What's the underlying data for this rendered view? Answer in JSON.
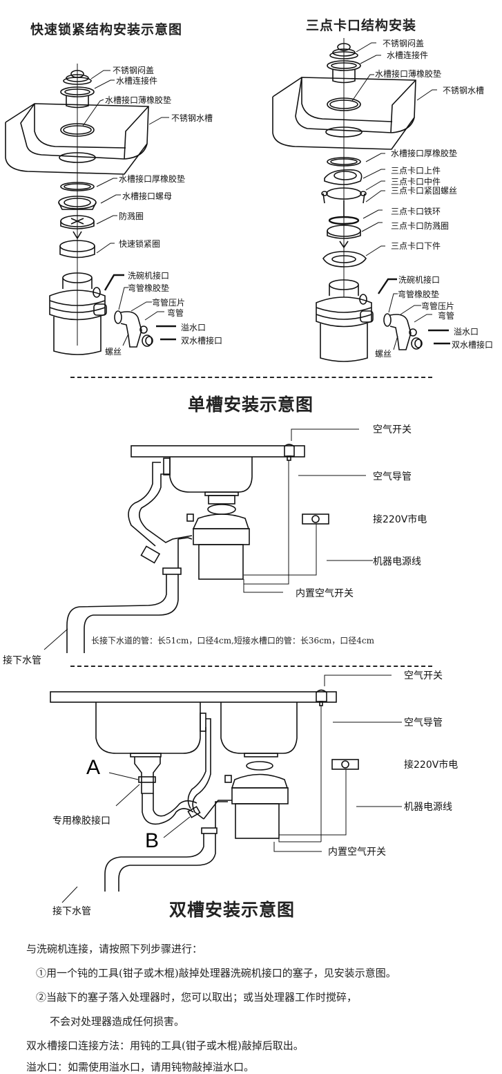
{
  "left_diagram": {
    "title": "快速锁紧结构安装示意图",
    "labels": [
      "不锈钢闷盖",
      "水槽连接件",
      "水槽接口薄橡胶垫",
      "不锈钢水槽",
      "水槽接口厚橡胶垫",
      "水槽接口螺母",
      "防溅圈",
      "快速锁紧圈",
      "洗碗机接口",
      "弯管橡胶垫",
      "弯管压片",
      "弯管",
      "溢水口",
      "双水槽接口",
      "螺丝"
    ]
  },
  "right_diagram": {
    "title": "三点卡口结构安装",
    "labels": [
      "不锈钢闷盖",
      "水槽连接件",
      "水槽接口薄橡胶垫",
      "不锈钢水槽",
      "水槽接口厚橡胶垫",
      "三点卡口上件",
      "三点卡口中件",
      "三点卡口紧固螺丝",
      "三点卡口铁环",
      "三点卡口防溅圈",
      "三点卡口下件",
      "洗碗机接口",
      "弯管橡胶垫",
      "弯管压片",
      "弯管",
      "溢水口",
      "双水槽接口",
      "螺丝"
    ]
  },
  "single_sink": {
    "title": "单槽安装示意图",
    "air_switch": "空气开关",
    "air_tube": "空气导管",
    "power": "接220V市电",
    "power_cord": "机器电源线",
    "builtin_switch": "内置空气开关",
    "drain_pipe": "接下水管",
    "pipe_note": "长接下水道的管：长51cm，口径4cm,短接水槽口的管：长36cm，口径4cm"
  },
  "double_sink": {
    "title": "双槽安装示意图",
    "air_switch": "空气开关",
    "air_tube": "空气导管",
    "power": "接220V市电",
    "power_cord": "机器电源线",
    "builtin_switch": "内置空气开关",
    "drain_pipe": "接下水管",
    "label_a": "A",
    "label_b": "B",
    "rubber_joint": "专用橡胶接口"
  },
  "instructions": [
    "与洗碗机连接，请按照下列步骤进行：",
    "①用一个钝的工具(钳子或木棍)敲掉处理器洗碗机接口的塞子，见安装示意图。",
    "②当敲下的塞子落入处理器时，您可以取出；或当处理器工作时搅碎，",
    "不会对处理器造成任何损害。",
    "双水槽接口连接方法：用钝的工具(钳子或木棍)敲掉后取出。",
    "溢水口：如需使用溢水口，请用钝物敲掉溢水口。"
  ]
}
